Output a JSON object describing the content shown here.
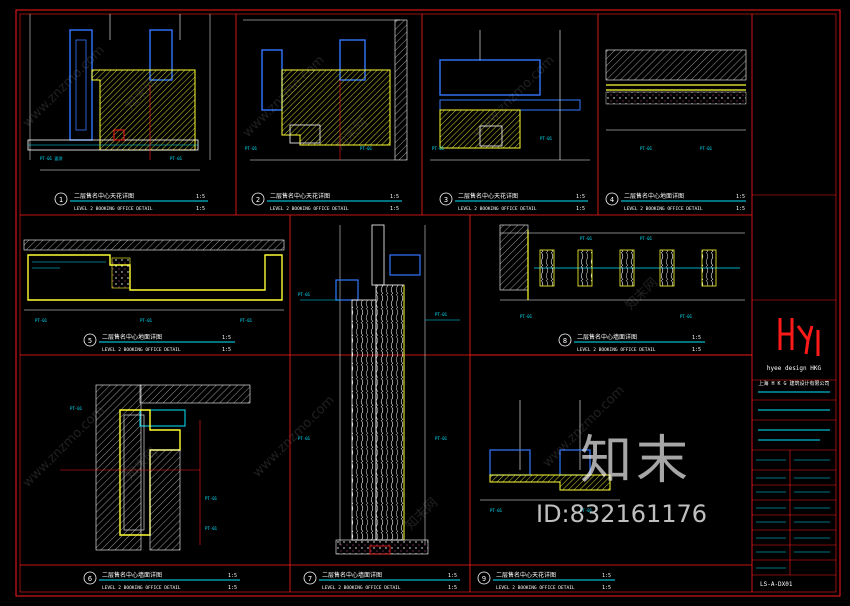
{
  "panels": [
    {
      "num": "1",
      "title_cn": "二层售名中心天花详图",
      "title_en": "LEVEL 2 BOOKING OFFICE DETAIL",
      "scale": "1:5"
    },
    {
      "num": "2",
      "title_cn": "二层售名中心天花详图",
      "title_en": "LEVEL 2 BOOKING OFFICE DETAIL",
      "scale": "1:5"
    },
    {
      "num": "3",
      "title_cn": "二层售名中心天花详图",
      "title_en": "LEVEL 2 BOOKING OFFICE DETAIL",
      "scale": "1:5"
    },
    {
      "num": "4",
      "title_cn": "二层售名中心地面详图",
      "title_en": "LEVEL 2 BOOKING OFFICE DETAIL",
      "scale": "1:5"
    },
    {
      "num": "5",
      "title_cn": "二层售名中心地面详图",
      "title_en": "LEVEL 2 BOOKING OFFICE DETAIL",
      "scale": "1:5"
    },
    {
      "num": "6",
      "title_cn": "二层售名中心墙面详图",
      "title_en": "LEVEL 2 BOOKING OFFICE DETAIL",
      "scale": "1:5"
    },
    {
      "num": "7",
      "title_cn": "二层售名中心墙面详图",
      "title_en": "LEVEL 2 BOOKING OFFICE DETAIL",
      "scale": "1:5"
    },
    {
      "num": "8",
      "title_cn": "二层售名中心墙面详图",
      "title_en": "LEVEL 2 BOOKING OFFICE DETAIL",
      "scale": "1:5"
    },
    {
      "num": "9",
      "title_cn": "二层售名中心天花详图",
      "title_en": "LEVEL 2 BOOKING OFFICE DETAIL",
      "scale": "1:5"
    }
  ],
  "title_block": {
    "company_en": "hyee design HKG",
    "company_cn": "上海 H K G 建筑设计有限公司",
    "drawing_no": "LS-A-DX01"
  },
  "watermark": {
    "site": "www.znzmo.com",
    "brand_cn": "知末",
    "id_text": "ID:832161176",
    "network": "知末网"
  },
  "colors": {
    "background": "#000000",
    "frame": "#ff1a1a",
    "cyan": "#00e5ff",
    "yellow": "#ffff33",
    "white": "#ffffff",
    "blue": "#3377ff"
  }
}
